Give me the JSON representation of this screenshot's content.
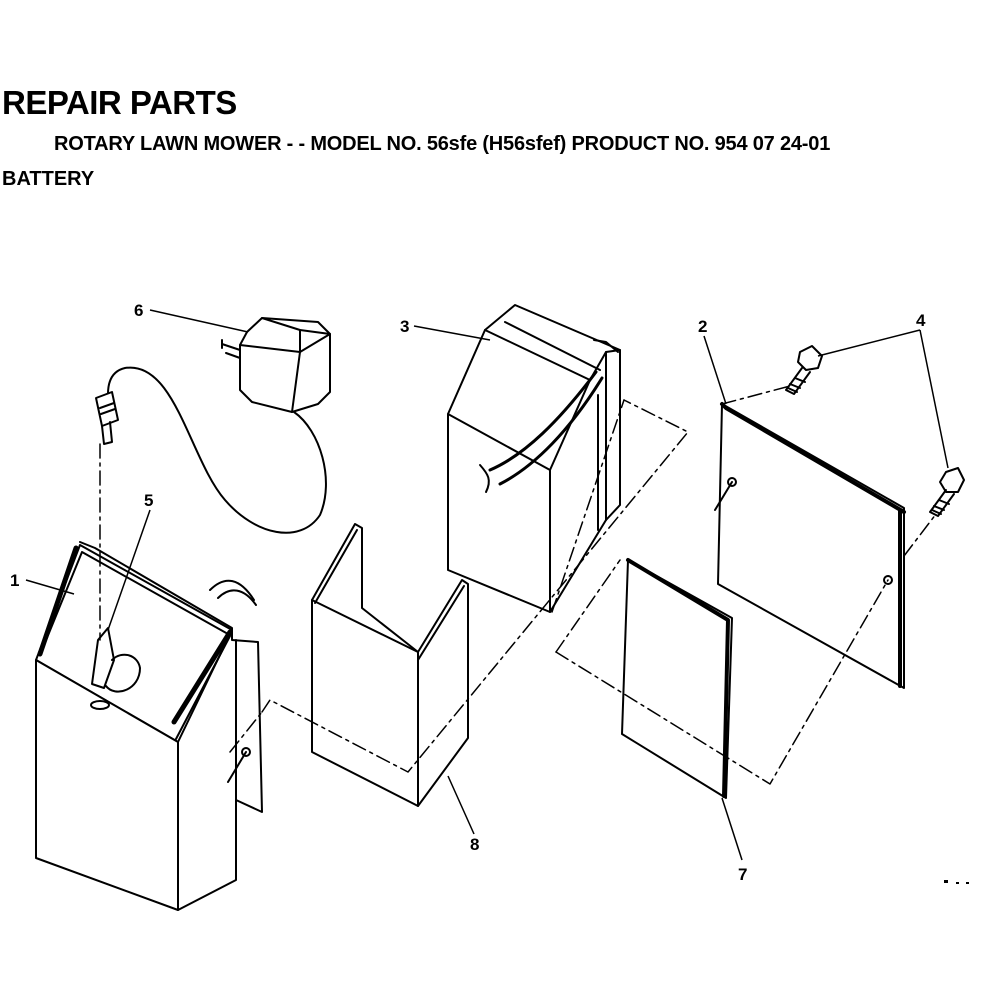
{
  "header": {
    "title": "REPAIR PARTS",
    "subtitle": "ROTARY LAWN MOWER - - MODEL NO. 56sfe (H56sfef) PRODUCT NO. 954 07 24-01",
    "section": "BATTERY"
  },
  "callouts": [
    "1",
    "2",
    "3",
    "4",
    "5",
    "6",
    "7",
    "8"
  ]
}
